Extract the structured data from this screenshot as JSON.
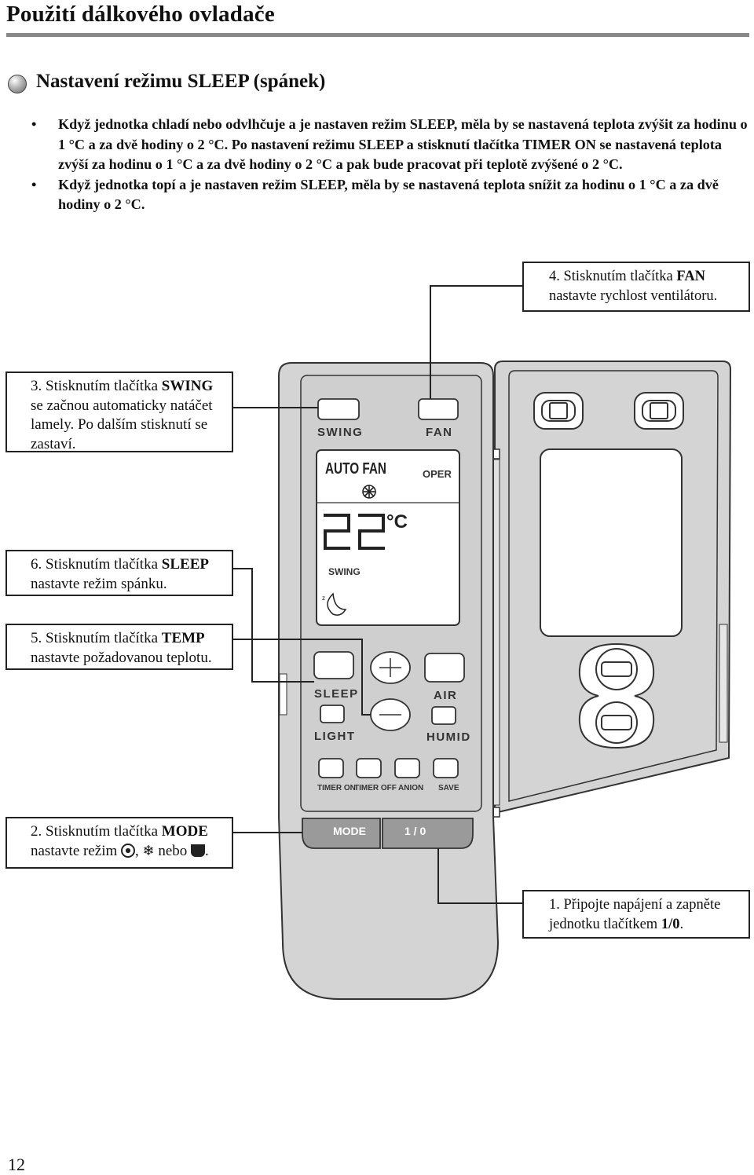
{
  "page": {
    "title": "Použití dálkového ovladače",
    "page_number": "12"
  },
  "section": {
    "heading": "Nastavení režimu SLEEP (spánek)",
    "bullets": [
      "Když jednotka chladí nebo odvlhčuje a je nastaven režim SLEEP, měla by se nastavená teplota zvýšit za hodinu o 1 °C a za dvě hodiny o 2 °C. Po nastavení režimu SLEEP a stisknutí tlačítka TIMER ON se nastavená teplota zvýší za hodinu o 1 °C a za dvě hodiny o 2 °C a pak bude pracovat při teplotě zvýšené o 2 °C.",
      "Když jednotka topí a je nastaven režim SLEEP, měla by se nastavená teplota snížit za hodinu o 1 °C a za dvě hodiny o 2 °C."
    ]
  },
  "callouts": {
    "fan": {
      "pre": "4. Stisknutím tlačítka ",
      "bold": "FAN",
      "post": " nastavte rychlost ventilátoru."
    },
    "swing": {
      "pre": "3. Stisknutím tlačítka ",
      "bold": "SWING",
      "post": " se začnou automaticky natáčet lamely. Po dalším stisknutí se zastaví."
    },
    "sleep": {
      "pre": "6. Stisknutím tlačítka ",
      "bold": "SLEEP",
      "post": " nastavte režim spánku."
    },
    "temp": {
      "pre": "5. Stisknutím tlačítka ",
      "bold": "TEMP",
      "post": " nastavte požadovanou teplotu."
    },
    "mode": {
      "pre": "2. Stisknutím tlačítka ",
      "bold": "MODE",
      "post": " nastavte režim ",
      "sep1": ", ",
      "sep2": " nebo ",
      "end": "."
    },
    "power": {
      "pre": "1. Připojte napájení a zapněte jednotku tlačítkem ",
      "bold": "1/0",
      "post": "."
    }
  },
  "remote": {
    "buttons": {
      "swing": "SWING",
      "fan": "FAN",
      "sleep": "SLEEP",
      "air": "AIR",
      "light": "LIGHT",
      "humid": "HUMID",
      "timer_on": "TIMER ON",
      "timer_off": "TIMER OFF",
      "anion": "ANION",
      "save": "SAVE",
      "mode": "MODE",
      "power": "1 / 0"
    },
    "display": {
      "fan_mode": "AUTO FAN",
      "oper": "OPER",
      "temperature": "22",
      "unit": "°C",
      "swing": "SWING"
    },
    "colors": {
      "body": "#d4d4d4",
      "outline": "#333333",
      "mode_bar": "#9a9a9a"
    }
  }
}
